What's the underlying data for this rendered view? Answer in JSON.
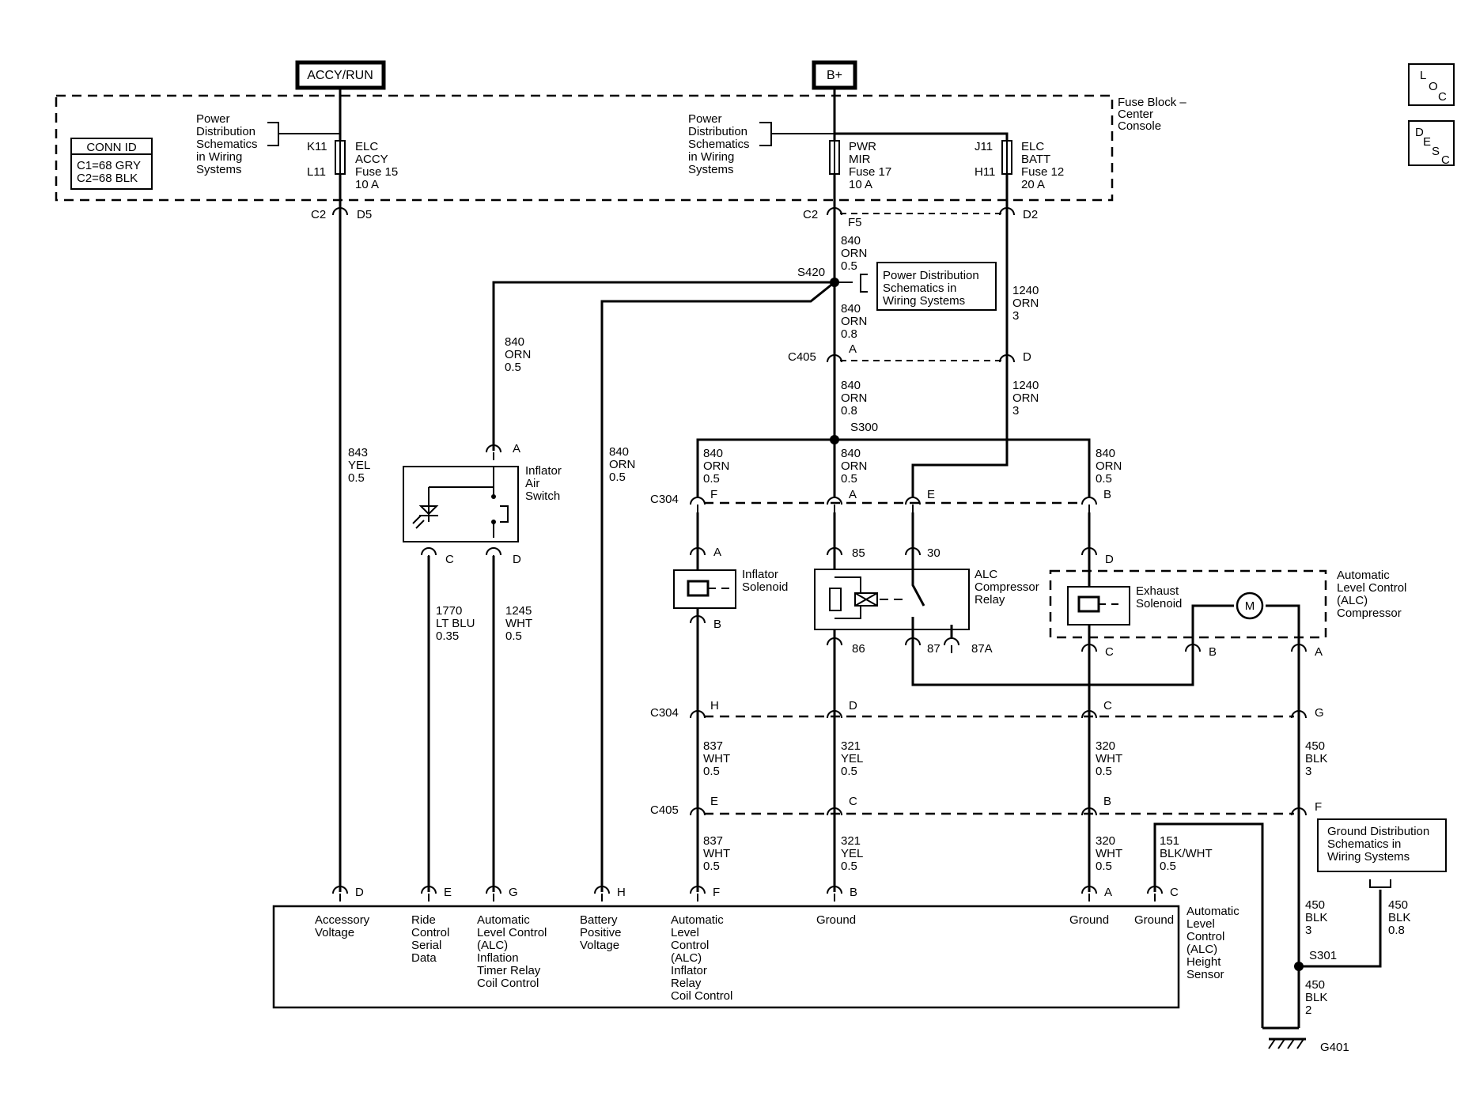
{
  "power": {
    "accy_run": "ACCY/RUN",
    "bplus": "B+"
  },
  "page_icons": {
    "loc": [
      "L",
      "O",
      "C"
    ],
    "desc": [
      "D",
      "E",
      "S",
      "C"
    ]
  },
  "fuse_block": [
    "Fuse Block –",
    "Center",
    "Console"
  ],
  "conn_id": {
    "title": "CONN ID",
    "lines": [
      "C1=68 GRY",
      "C2=68 BLK"
    ]
  },
  "power_ref": [
    "Power",
    "Distribution",
    "Schematics",
    "in Wiring",
    "Systems"
  ],
  "fuses": {
    "f15": {
      "top": "K11",
      "bottom": "L11",
      "lines": [
        "ELC",
        "ACCY",
        "Fuse 15",
        "10 A"
      ]
    },
    "f17": {
      "lines": [
        "PWR",
        "MIR",
        "Fuse 17",
        "10 A"
      ]
    },
    "f12": {
      "top": "J11",
      "bottom": "H11",
      "lines": [
        "ELC",
        "BATT",
        "Fuse 12",
        "20 A"
      ]
    }
  },
  "connectors": {
    "c2_left": "C2",
    "d5": "D5",
    "c2_mid": "C2",
    "f5": "F5",
    "d2": "D2",
    "c405": "C405",
    "c405_a": "A",
    "c405_d": "D",
    "c304": "C304",
    "c304_f": "F",
    "c304_a": "A",
    "c304_e": "E",
    "c304_b": "B",
    "c304_lower": "C304",
    "c304_h": "H",
    "c304_d": "D",
    "c304_c": "C",
    "c304_g": "G",
    "c405_lower": "C405",
    "c405_e": "E",
    "c405_c": "C",
    "c405_b": "B",
    "c405_f": "F"
  },
  "splices": {
    "s420": "S420",
    "s300": "S300",
    "s301": "S301"
  },
  "power_ref_box": [
    "Power Distribution",
    "Schematics in",
    "Wiring Systems"
  ],
  "ground_ref_box": [
    "Ground Distribution",
    "Schematics in",
    "Wiring Systems"
  ],
  "wires": {
    "w843": [
      "843",
      "YEL",
      "0.5"
    ],
    "w840_s420_out": [
      "840",
      "ORN",
      "0.5"
    ],
    "w840_f5": [
      "840",
      "ORN",
      "0.5"
    ],
    "w840_s420_c405": [
      "840",
      "ORN",
      "0.8"
    ],
    "w1240_top": [
      "1240",
      "ORN",
      "3"
    ],
    "w840_c405_s300": [
      "840",
      "ORN",
      "0.8"
    ],
    "w1240_mid": [
      "1240",
      "ORN",
      "3"
    ],
    "w840_h": [
      "840",
      "ORN",
      "0.5"
    ],
    "w840_f": [
      "840",
      "ORN",
      "0.5"
    ],
    "w840_a": [
      "840",
      "ORN",
      "0.5"
    ],
    "w840_b": [
      "840",
      "ORN",
      "0.5"
    ],
    "w1770": [
      "1770",
      "LT BLU",
      "0.35"
    ],
    "w1245": [
      "1245",
      "WHT",
      "0.5"
    ],
    "w837_1": [
      "837",
      "WHT",
      "0.5"
    ],
    "w321_1": [
      "321",
      "YEL",
      "0.5"
    ],
    "w320_1": [
      "320",
      "WHT",
      "0.5"
    ],
    "w450_3": [
      "450",
      "BLK",
      "3"
    ],
    "w837_2": [
      "837",
      "WHT",
      "0.5"
    ],
    "w321_2": [
      "321",
      "YEL",
      "0.5"
    ],
    "w320_2": [
      "320",
      "WHT",
      "0.5"
    ],
    "w151": [
      "151",
      "BLK/WHT",
      "0.5"
    ],
    "w450_s301_top": [
      "450",
      "BLK",
      "3"
    ],
    "w450_ref": [
      "450",
      "BLK",
      "0.8"
    ],
    "w450_s301_g401": [
      "450",
      "BLK",
      "2"
    ]
  },
  "inflator_switch": {
    "label": [
      "Inflator",
      "Air",
      "Switch"
    ],
    "a": "A",
    "c": "C",
    "d": "D"
  },
  "inflator_solenoid": {
    "label": [
      "Inflator",
      "Solenoid"
    ],
    "a": "A",
    "b": "B"
  },
  "relay": {
    "label": [
      "ALC",
      "Compressor",
      "Relay"
    ],
    "p85": "85",
    "p30": "30",
    "p86": "86",
    "p87": "87",
    "p87a": "87A"
  },
  "exhaust_solenoid": {
    "label": [
      "Exhaust",
      "Solenoid"
    ],
    "d": "D"
  },
  "compressor": {
    "label": [
      "Automatic",
      "Level Control",
      "(ALC)",
      "Compressor"
    ],
    "motor": "M",
    "c": "C",
    "b": "B",
    "a": "A"
  },
  "sensor": {
    "label": [
      "Automatic",
      "Level",
      "Control",
      "(ALC)",
      "Height",
      "Sensor"
    ],
    "pins": {
      "d": "D",
      "e": "E",
      "g": "G",
      "h": "H",
      "f": "F",
      "b": "B",
      "a": "A",
      "c": "C"
    },
    "pin_labels": {
      "d": [
        "Accessory",
        "Voltage"
      ],
      "e": [
        "Ride",
        "Control",
        "Serial",
        "Data"
      ],
      "g": [
        "Automatic",
        "Level Control",
        "(ALC)",
        "Inflation",
        "Timer Relay",
        "Coil Control"
      ],
      "h": [
        "Battery",
        "Positive",
        "Voltage"
      ],
      "f": [
        "Automatic",
        "Level",
        "Control",
        "(ALC)",
        "Inflator",
        "Relay",
        "Coil Control"
      ],
      "b": [
        "Ground"
      ],
      "a": [
        "Ground"
      ],
      "c": [
        "Ground"
      ]
    }
  },
  "ground": {
    "g401": "G401"
  }
}
